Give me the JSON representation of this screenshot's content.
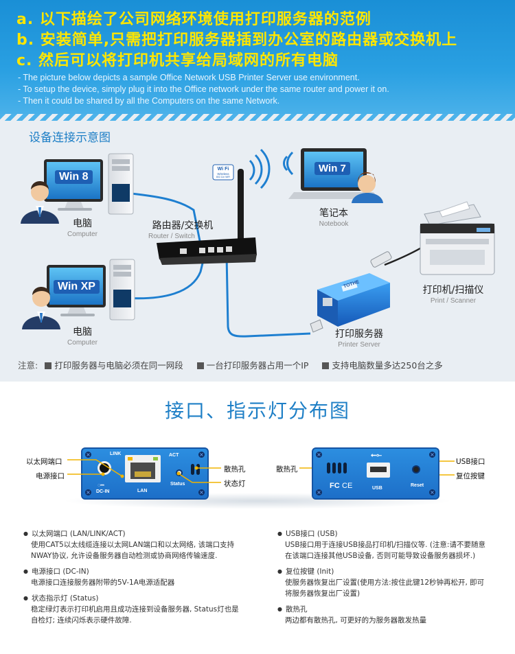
{
  "header": {
    "cn_lines": [
      "a. 以下描绘了公司网络环境使用打印服务器的范例",
      "b. 安装简单,只需把打印服务器插到办公室的路由器或交换机上",
      "c. 然后可以将打印机共享给局域网的所有电脑"
    ],
    "en_lines": [
      "- The picture below depicts a sample Office Network USB Printer Server use environment.",
      "- To setup the device, simply plug it into the Office network under the same router and power it on.",
      "- Then it could be shared by all the Computers on the same Network."
    ]
  },
  "diagram": {
    "title": "设备连接示意图",
    "computer1": {
      "os": "Win 8",
      "cn": "电脑",
      "en": "Computer"
    },
    "computer2": {
      "os": "Win XP",
      "cn": "电脑",
      "en": "Computer"
    },
    "notebook": {
      "os": "Win 7",
      "cn": "笔记本",
      "en": "Notebook"
    },
    "router": {
      "cn": "路由器/交换机",
      "en": "Router / Switch",
      "wifi": "Wi Fi",
      "wifi_sub": "Wireless",
      "wifi_sub2": "802.11n WiFi"
    },
    "printer": {
      "cn": "打印机/扫描仪",
      "en": "Print / Scanner"
    },
    "server": {
      "cn": "打印服务器",
      "en": "Printer Server",
      "brand": "TOTHE"
    },
    "notes_prefix": "注意:",
    "notes": [
      "打印服务器与电脑必须在同一网段",
      "一台打印服务器占用一个IP",
      "支持电脑数量多达250台之多"
    ]
  },
  "device_section": {
    "title": "接口、指示灯分布图",
    "front": {
      "link": "LINK",
      "act": "ACT",
      "lan": "LAN",
      "dcin": "DC-IN",
      "status": "Status",
      "callouts": {
        "ethernet": "以太网端口",
        "power": "电源接口",
        "vent": "散热孔",
        "status": "状态灯"
      }
    },
    "back": {
      "usb": "USB",
      "reset": "Reset",
      "fc": "FC",
      "ce": "CE",
      "callouts": {
        "vent": "散热孔",
        "usb": "USB接口",
        "reset": "复位按键"
      }
    },
    "left_items": [
      {
        "title": "以太网端口 (LAN/LINK/ACT)",
        "body": [
          "使用CAT5以太线缆连接以太网LAN端口和以太网络, 该端口支持",
          "NWAY协议, 允许设备服务器自动检测或协商网络传输速度."
        ]
      },
      {
        "title": "电源接口 (DC-IN)",
        "body": [
          "电源接口连接服务器附带的5V-1A电源适配器"
        ]
      },
      {
        "title": "状态指示灯 (Status)",
        "body": [
          "稳定绿灯表示打印机启用且成功连接到设备服务器, Status灯也是",
          "自检灯; 连续闪烁表示硬件故障."
        ]
      }
    ],
    "right_items": [
      {
        "title": "USB接口 (USB)",
        "body": [
          "USB接口用于连接USB接品打印机/扫描仪等. (注意:请不要随意",
          "在该端口连接其他USB设备, 否则可能导致设备服务器损坏.)"
        ]
      },
      {
        "title": "复位按键 (Init)",
        "body": [
          "使服务器恢复出厂设置(使用方法:按住此键12秒钟再松开, 即可",
          "将服务器恢复出厂设置)"
        ]
      },
      {
        "title": "散热孔",
        "body": [
          "两边都有散热孔, 可更好的为服务器散发热量"
        ]
      }
    ]
  }
}
